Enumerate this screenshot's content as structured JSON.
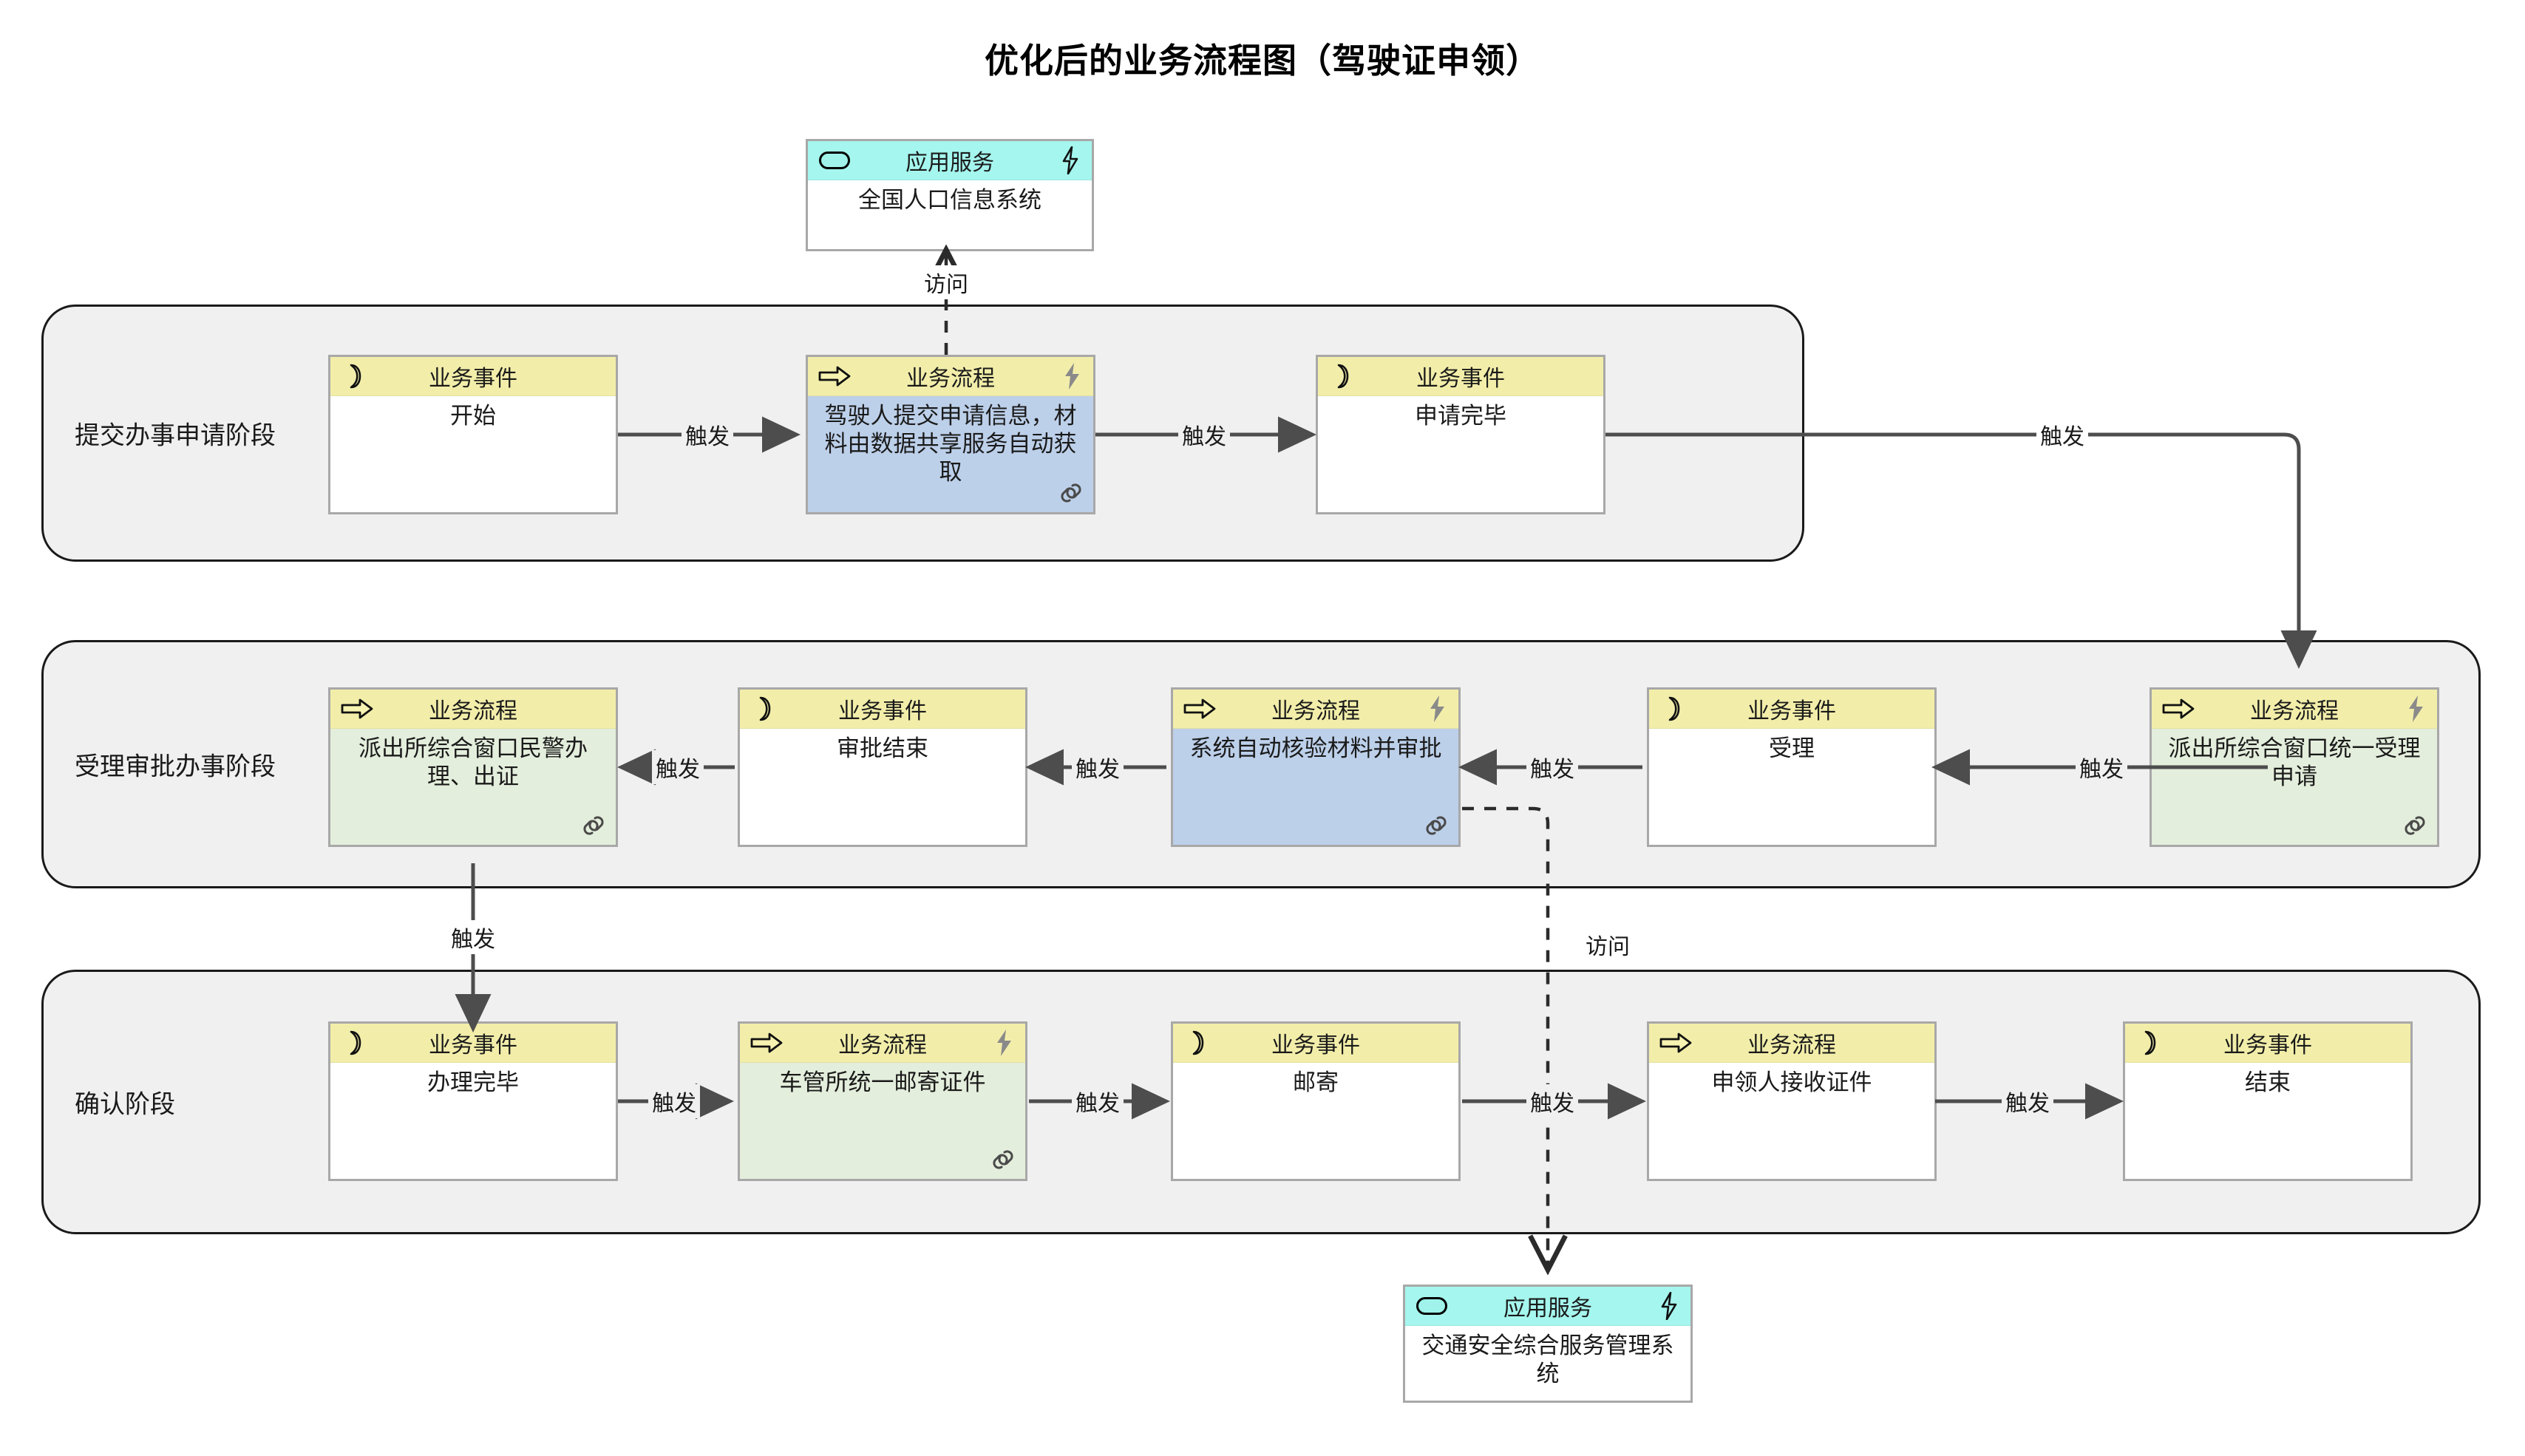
{
  "title": "优化后的业务流程图（驾驶证申领）",
  "type_labels": {
    "business_event": "业务事件",
    "business_process": "业务流程",
    "application_service": "应用服务"
  },
  "relation_labels": {
    "trigger": "触发",
    "access": "访问"
  },
  "colors": {
    "header_yellow": "#f2eeaa",
    "header_cyan": "#a5f6ee",
    "body_blue": "#bdd0ea",
    "body_green": "#e4eedc",
    "body_white": "#ffffff",
    "group_fill": "#f0f0f0",
    "node_border": "#a8a8a8",
    "connector": "#4d4d4d"
  },
  "phases": [
    {
      "id": "phase-submit",
      "label": "提交办事申请阶段"
    },
    {
      "id": "phase-approve",
      "label": "受理审批办事阶段"
    },
    {
      "id": "phase-confirm",
      "label": "确认阶段"
    }
  ],
  "nodes": {
    "svc_population": {
      "kind": "application-service",
      "type": "应用服务",
      "name": "全国人口信息系统",
      "icon": "rounded-rect-icon",
      "bolt": true,
      "link": false
    },
    "evt_start": {
      "kind": "business-event",
      "type": "业务事件",
      "name": "开始",
      "icon": "event-moon-icon",
      "bolt": false,
      "link": false
    },
    "proc_submit": {
      "kind": "business-process",
      "type": "业务流程",
      "name": "驾驶人提交申请信息，材料由数据共享服务自动获取",
      "icon": "process-arrow-icon",
      "bolt": true,
      "link": true
    },
    "evt_applied": {
      "kind": "business-event",
      "type": "业务事件",
      "name": "申请完毕",
      "icon": "event-moon-icon",
      "bolt": false,
      "link": false
    },
    "proc_accept": {
      "kind": "business-process",
      "type": "业务流程",
      "name": "派出所综合窗口统一受理申请",
      "icon": "process-arrow-icon",
      "bolt": true,
      "link": true
    },
    "evt_accepted": {
      "kind": "business-event",
      "type": "业务事件",
      "name": "受理",
      "icon": "event-moon-icon",
      "bolt": false,
      "link": false
    },
    "proc_auto_verify": {
      "kind": "business-process",
      "type": "业务流程",
      "name": "系统自动核验材料并审批",
      "icon": "process-arrow-icon",
      "bolt": true,
      "link": true
    },
    "evt_approved": {
      "kind": "business-event",
      "type": "业务事件",
      "name": "审批结束",
      "icon": "event-moon-icon",
      "bolt": false,
      "link": false
    },
    "proc_police": {
      "kind": "business-process",
      "type": "业务流程",
      "name": "派出所综合窗口民警办理、出证",
      "icon": "process-arrow-icon",
      "bolt": false,
      "link": true
    },
    "evt_done": {
      "kind": "business-event",
      "type": "业务事件",
      "name": "办理完毕",
      "icon": "event-moon-icon",
      "bolt": false,
      "link": false
    },
    "proc_mail": {
      "kind": "business-process",
      "type": "业务流程",
      "name": "车管所统一邮寄证件",
      "icon": "process-arrow-icon",
      "bolt": true,
      "link": true
    },
    "evt_mailed": {
      "kind": "business-event",
      "type": "业务事件",
      "name": "邮寄",
      "icon": "event-moon-icon",
      "bolt": false,
      "link": false
    },
    "proc_receive": {
      "kind": "business-process",
      "type": "业务流程",
      "name": "申领人接收证件",
      "icon": "process-arrow-icon",
      "bolt": false,
      "link": false
    },
    "evt_end": {
      "kind": "business-event",
      "type": "业务事件",
      "name": "结束",
      "icon": "event-moon-icon",
      "bolt": false,
      "link": false
    },
    "svc_traffic": {
      "kind": "application-service",
      "type": "应用服务",
      "name": "交通安全综合服务管理系统",
      "icon": "rounded-rect-icon",
      "bolt": true,
      "link": false
    }
  },
  "edges": [
    {
      "id": "e1",
      "from": "evt_start",
      "to": "proc_submit",
      "label": "触发",
      "style": "solid"
    },
    {
      "id": "e2",
      "from": "proc_submit",
      "to": "evt_applied",
      "label": "触发",
      "style": "solid"
    },
    {
      "id": "e3",
      "from": "evt_applied",
      "to": "proc_accept",
      "label": "触发",
      "style": "solid"
    },
    {
      "id": "e4",
      "from": "proc_accept",
      "to": "evt_accepted",
      "label": "触发",
      "style": "solid"
    },
    {
      "id": "e5",
      "from": "evt_accepted",
      "to": "proc_auto_verify",
      "label": "触发",
      "style": "solid"
    },
    {
      "id": "e6",
      "from": "proc_auto_verify",
      "to": "evt_approved",
      "label": "触发",
      "style": "solid"
    },
    {
      "id": "e7",
      "from": "evt_approved",
      "to": "proc_police",
      "label": "触发",
      "style": "solid"
    },
    {
      "id": "e8",
      "from": "proc_police",
      "to": "evt_done",
      "label": "触发",
      "style": "solid"
    },
    {
      "id": "e9",
      "from": "evt_done",
      "to": "proc_mail",
      "label": "触发",
      "style": "solid"
    },
    {
      "id": "e10",
      "from": "proc_mail",
      "to": "evt_mailed",
      "label": "触发",
      "style": "solid"
    },
    {
      "id": "e11",
      "from": "evt_mailed",
      "to": "proc_receive",
      "label": "触发",
      "style": "solid"
    },
    {
      "id": "e12",
      "from": "proc_receive",
      "to": "evt_end",
      "label": "触发",
      "style": "solid"
    },
    {
      "id": "a1",
      "from": "proc_submit",
      "to": "svc_population",
      "label": "访问",
      "style": "dashed"
    },
    {
      "id": "a2",
      "from": "proc_auto_verify",
      "to": "svc_traffic",
      "label": "访问",
      "style": "dashed"
    }
  ]
}
